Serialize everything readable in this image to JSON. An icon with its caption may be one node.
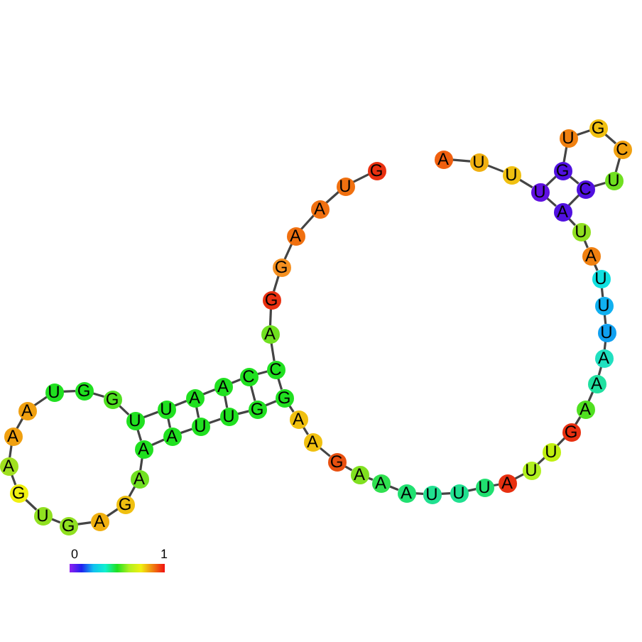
{
  "diagram": {
    "nodes": [
      {
        "text": [
          "G"
        ]
      },
      {
        "text": [
          "U"
        ]
      },
      {
        "text": [
          "A"
        ]
      },
      {
        "text": [
          "A"
        ]
      },
      {
        "text": [
          "G"
        ]
      },
      {
        "text": [
          "G"
        ]
      },
      {
        "text": [
          "A"
        ]
      },
      {
        "text": [
          "C"
        ]
      },
      {
        "text": [
          "C"
        ]
      },
      {
        "text": [
          "A"
        ]
      },
      {
        "text": [
          "A"
        ]
      },
      {
        "text": [
          "U"
        ]
      },
      {
        "text": [
          "U"
        ]
      },
      {
        "text": [
          "G"
        ]
      },
      {
        "text": [
          "G"
        ]
      },
      {
        "text": [
          "U"
        ]
      },
      {
        "text": [
          "A"
        ]
      },
      {
        "text": [
          "A"
        ]
      },
      {
        "text": [
          "A"
        ]
      },
      {
        "text": [
          "G"
        ]
      },
      {
        "text": [
          "U"
        ]
      },
      {
        "text": [
          "G"
        ]
      },
      {
        "text": [
          "A"
        ]
      },
      {
        "text": [
          "G"
        ]
      },
      {
        "text": [
          "A"
        ]
      },
      {
        "text": [
          "A"
        ]
      },
      {
        "text": [
          "A"
        ]
      },
      {
        "text": [
          "U"
        ]
      },
      {
        "text": [
          "U"
        ]
      },
      {
        "text": [
          "G"
        ]
      },
      {
        "text": [
          "G"
        ]
      },
      {
        "text": [
          "A"
        ]
      },
      {
        "text": [
          "A"
        ]
      },
      {
        "text": [
          "G"
        ]
      },
      {
        "text": [
          "A"
        ]
      },
      {
        "text": [
          "A"
        ]
      },
      {
        "text": [
          "A"
        ]
      },
      {
        "text": [
          "U"
        ]
      },
      {
        "text": [
          "U"
        ]
      },
      {
        "text": [
          "U"
        ]
      },
      {
        "text": [
          "A"
        ]
      },
      {
        "text": [
          "U"
        ]
      },
      {
        "text": [
          "U"
        ]
      },
      {
        "text": [
          "G"
        ]
      },
      {
        "text": [
          "A"
        ]
      },
      {
        "text": [
          "A"
        ]
      },
      {
        "text": [
          "A"
        ]
      },
      {
        "text": [
          "U"
        ]
      },
      {
        "text": [
          "U"
        ]
      },
      {
        "text": [
          "U"
        ]
      },
      {
        "text": [
          "A"
        ]
      },
      {
        "text": [
          "U"
        ]
      },
      {
        "text": [
          "A"
        ]
      },
      {
        "text": [
          "C"
        ]
      },
      {
        "text": [
          "U"
        ]
      },
      {
        "text": [
          "C"
        ]
      },
      {
        "text": [
          "G"
        ]
      },
      {
        "text": [
          "U"
        ]
      },
      {
        "text": [
          "G"
        ]
      },
      {
        "text": [
          "U"
        ]
      },
      {
        "text": [
          "U"
        ]
      },
      {
        "text": [
          "U"
        ]
      },
      {
        "text": [
          "A"
        ]
      }
    ],
    "edges": [
      {
        "from": 0,
        "to": 1,
        "arrow": "none"
      },
      {
        "from": 1,
        "to": 2,
        "arrow": "none"
      },
      {
        "from": 2,
        "to": 3,
        "arrow": "none"
      },
      {
        "from": 3,
        "to": 4,
        "arrow": "none"
      },
      {
        "from": 4,
        "to": 5,
        "arrow": "none"
      },
      {
        "from": 5,
        "to": 6,
        "arrow": "none"
      },
      {
        "from": 6,
        "to": 7,
        "arrow": "none"
      },
      {
        "from": 7,
        "to": 8,
        "arrow": "none"
      },
      {
        "from": 8,
        "to": 9,
        "arrow": "none"
      },
      {
        "from": 9,
        "to": 10,
        "arrow": "none"
      },
      {
        "from": 10,
        "to": 11,
        "arrow": "none"
      },
      {
        "from": 11,
        "to": 12,
        "arrow": "none"
      },
      {
        "from": 12,
        "to": 13,
        "arrow": "none"
      },
      {
        "from": 13,
        "to": 14,
        "arrow": "none"
      },
      {
        "from": 14,
        "to": 15,
        "arrow": "none"
      },
      {
        "from": 15,
        "to": 16,
        "arrow": "none"
      },
      {
        "from": 16,
        "to": 17,
        "arrow": "none"
      },
      {
        "from": 17,
        "to": 18,
        "arrow": "none"
      },
      {
        "from": 18,
        "to": 19,
        "arrow": "none"
      },
      {
        "from": 19,
        "to": 20,
        "arrow": "none"
      },
      {
        "from": 20,
        "to": 21,
        "arrow": "none"
      },
      {
        "from": 21,
        "to": 22,
        "arrow": "none"
      },
      {
        "from": 22,
        "to": 23,
        "arrow": "none"
      },
      {
        "from": 23,
        "to": 24,
        "arrow": "none"
      },
      {
        "from": 24,
        "to": 25,
        "arrow": "none"
      },
      {
        "from": 25,
        "to": 26,
        "arrow": "none"
      },
      {
        "from": 26,
        "to": 27,
        "arrow": "none"
      },
      {
        "from": 27,
        "to": 28,
        "arrow": "none"
      },
      {
        "from": 28,
        "to": 29,
        "arrow": "none"
      },
      {
        "from": 29,
        "to": 30,
        "arrow": "none"
      },
      {
        "from": 30,
        "to": 31,
        "arrow": "none"
      },
      {
        "from": 31,
        "to": 32,
        "arrow": "none"
      },
      {
        "from": 32,
        "to": 33,
        "arrow": "none"
      },
      {
        "from": 33,
        "to": 34,
        "arrow": "none"
      },
      {
        "from": 34,
        "to": 35,
        "arrow": "none"
      },
      {
        "from": 35,
        "to": 36,
        "arrow": "none"
      },
      {
        "from": 36,
        "to": 37,
        "arrow": "none"
      },
      {
        "from": 37,
        "to": 38,
        "arrow": "none"
      },
      {
        "from": 38,
        "to": 39,
        "arrow": "none"
      },
      {
        "from": 39,
        "to": 40,
        "arrow": "none"
      },
      {
        "from": 40,
        "to": 41,
        "arrow": "none"
      },
      {
        "from": 41,
        "to": 42,
        "arrow": "none"
      },
      {
        "from": 42,
        "to": 43,
        "arrow": "none"
      },
      {
        "from": 43,
        "to": 44,
        "arrow": "none"
      },
      {
        "from": 44,
        "to": 45,
        "arrow": "none"
      },
      {
        "from": 45,
        "to": 46,
        "arrow": "none"
      },
      {
        "from": 46,
        "to": 47,
        "arrow": "none"
      },
      {
        "from": 47,
        "to": 48,
        "arrow": "none"
      },
      {
        "from": 48,
        "to": 49,
        "arrow": "none"
      },
      {
        "from": 49,
        "to": 50,
        "arrow": "none"
      },
      {
        "from": 50,
        "to": 51,
        "arrow": "none"
      },
      {
        "from": 51,
        "to": 52,
        "arrow": "none"
      },
      {
        "from": 52,
        "to": 53,
        "arrow": "none"
      },
      {
        "from": 53,
        "to": 54,
        "arrow": "none"
      },
      {
        "from": 54,
        "to": 55,
        "arrow": "none"
      },
      {
        "from": 55,
        "to": 56,
        "arrow": "none"
      },
      {
        "from": 56,
        "to": 57,
        "arrow": "none"
      },
      {
        "from": 57,
        "to": 58,
        "arrow": "none"
      },
      {
        "from": 58,
        "to": 59,
        "arrow": "none"
      },
      {
        "from": 59,
        "to": 60,
        "arrow": "none"
      },
      {
        "from": 60,
        "to": 61,
        "arrow": "none"
      },
      {
        "from": 61,
        "to": 62,
        "arrow": "none"
      },
      {
        "from": 12,
        "to": 25,
        "arrow": "none"
      },
      {
        "from": 11,
        "to": 26,
        "arrow": "none"
      },
      {
        "from": 10,
        "to": 27,
        "arrow": "none"
      },
      {
        "from": 9,
        "to": 28,
        "arrow": "none"
      },
      {
        "from": 8,
        "to": 29,
        "arrow": "none"
      },
      {
        "from": 7,
        "to": 30,
        "arrow": "none"
      },
      {
        "from": 58,
        "to": 53,
        "arrow": "none"
      },
      {
        "from": 59,
        "to": 52,
        "arrow": "none"
      }
    ],
    "labels": [
      "0",
      "1"
    ]
  }
}
